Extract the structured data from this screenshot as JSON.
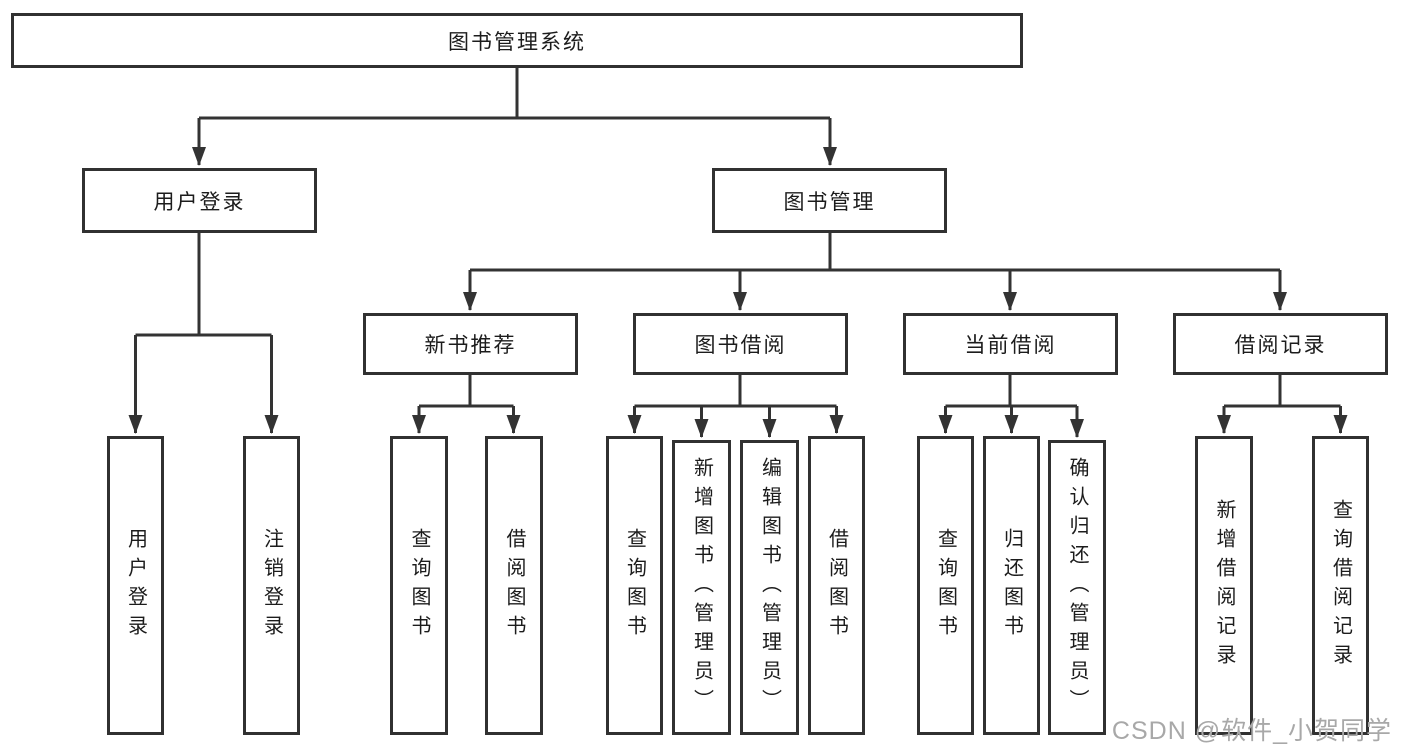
{
  "diagram_title": "图书管理系统",
  "colors": {
    "line": "#333333",
    "box_border": "#313131",
    "text": "#1c1c1c",
    "watermark": "#a8a8a8",
    "background": "#ffffff"
  },
  "nodes": {
    "root": "图书管理系统",
    "user_login": "用户登录",
    "book_mgmt": "图书管理",
    "new_book_rec": "新书推荐",
    "book_borrow": "图书借阅",
    "current_borrow": "当前借阅",
    "borrow_record": "借阅记录",
    "leaf_user_login": "用户登录",
    "leaf_logout": "注销登录",
    "leaf_query_book_1": "查询图书",
    "leaf_borrow_book_1": "借阅图书",
    "leaf_query_book_2": "查询图书",
    "leaf_add_book": "新增图书（管理员）",
    "leaf_edit_book": "编辑图书（管理员）",
    "leaf_borrow_book_2": "借阅图书",
    "leaf_query_book_3": "查询图书",
    "leaf_return_book": "归还图书",
    "leaf_confirm_return": "确认归还（管理员）",
    "leaf_add_record": "新增借阅记录",
    "leaf_query_record": "查询借阅记录"
  },
  "watermark": "CSDN @软件_小贺同学"
}
